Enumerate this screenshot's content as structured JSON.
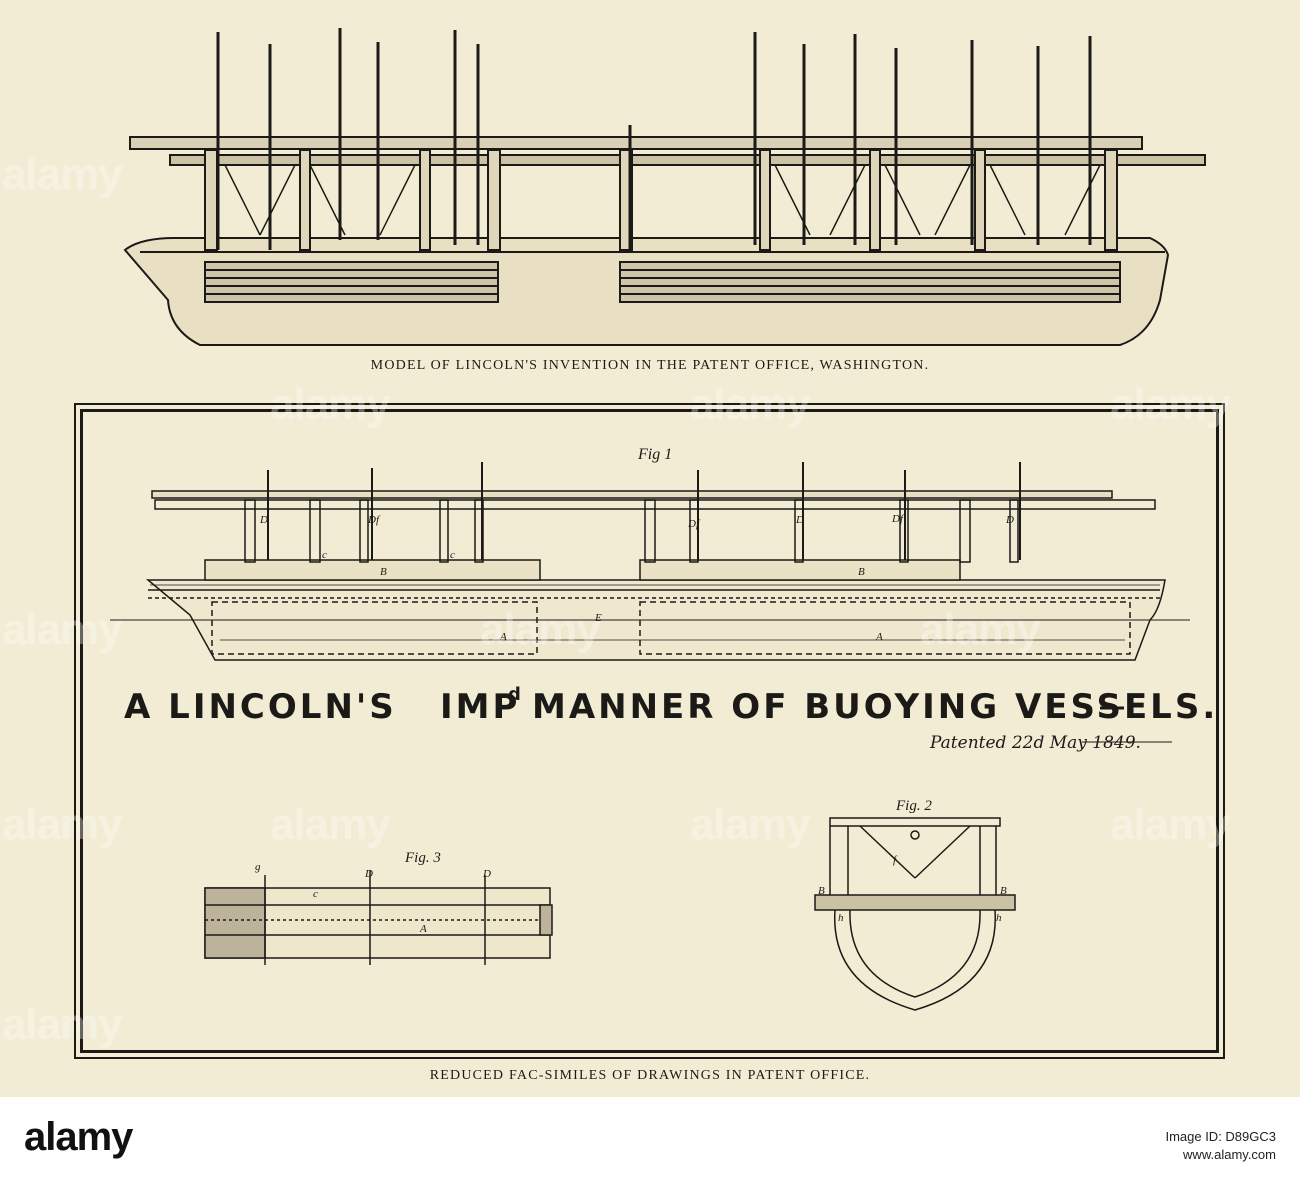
{
  "captions": {
    "top": "MODEL OF LINCOLN'S INVENTION IN THE PATENT OFFICE, WASHINGTON.",
    "bottom": "REDUCED FAC-SIMILES OF DRAWINGS IN PATENT OFFICE."
  },
  "drawing": {
    "headline_a": "A LINCOLN'S",
    "headline_b_prefix": "IMP",
    "headline_b_sup": "d",
    "headline_b_rest": "MANNER OF BUOYING VESSELS.",
    "patent_note": "Patented 22d May 1849.",
    "fig1": "Fig 1",
    "fig2": "Fig. 2",
    "fig3": "Fig. 3",
    "labels": {
      "a": "A",
      "b": "B",
      "e": "E",
      "c": "c",
      "d": "D",
      "df": "Df",
      "f": "f",
      "g": "g",
      "h": "h"
    }
  },
  "watermark": "alamy",
  "footer": {
    "logo": "alamy",
    "image_id_label": "Image ID: D89GC3",
    "site": "www.alamy.com"
  },
  "colors": {
    "paper": "#f3ecd5",
    "ink": "#1b1a17",
    "bleed": "#8a8272"
  }
}
